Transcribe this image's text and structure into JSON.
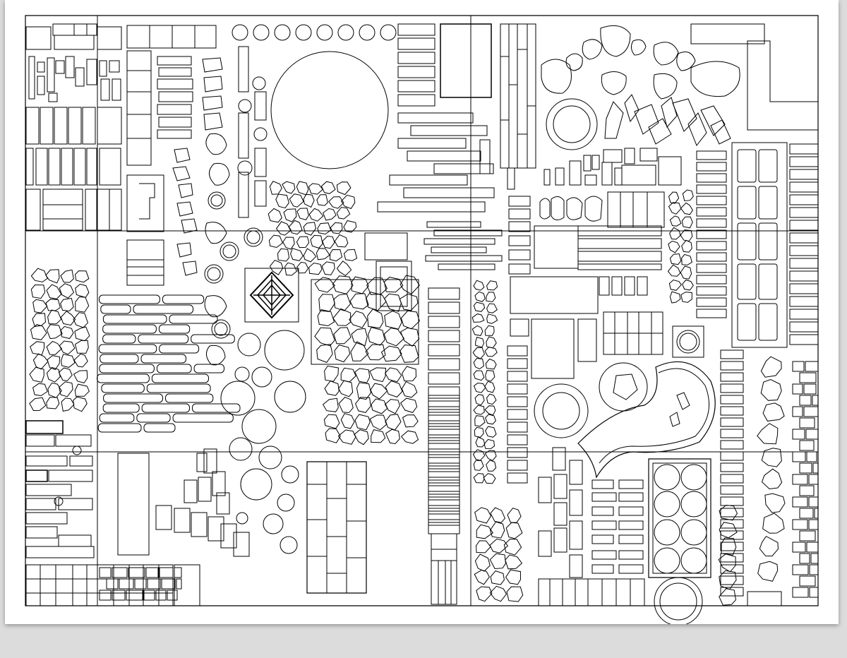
{
  "document": {
    "kind": "cad-paving-block-library-sheet",
    "colors": {
      "line": "#000000",
      "paper": "#ffffff",
      "desk": "#dcdcdc"
    }
  },
  "drawing": {
    "rows": 3,
    "columns": 3,
    "symbols": [
      "rectangular-pavers",
      "pool-tiles",
      "plank-pavers",
      "stepping-stones",
      "round-stones",
      "large-circle",
      "crazy-paving",
      "stone-grid",
      "ornament-tile",
      "planks",
      "slabs",
      "boulders",
      "round-planter",
      "curved-pond",
      "tree-planter-grid",
      "brick-edging",
      "cobble-strip"
    ]
  }
}
